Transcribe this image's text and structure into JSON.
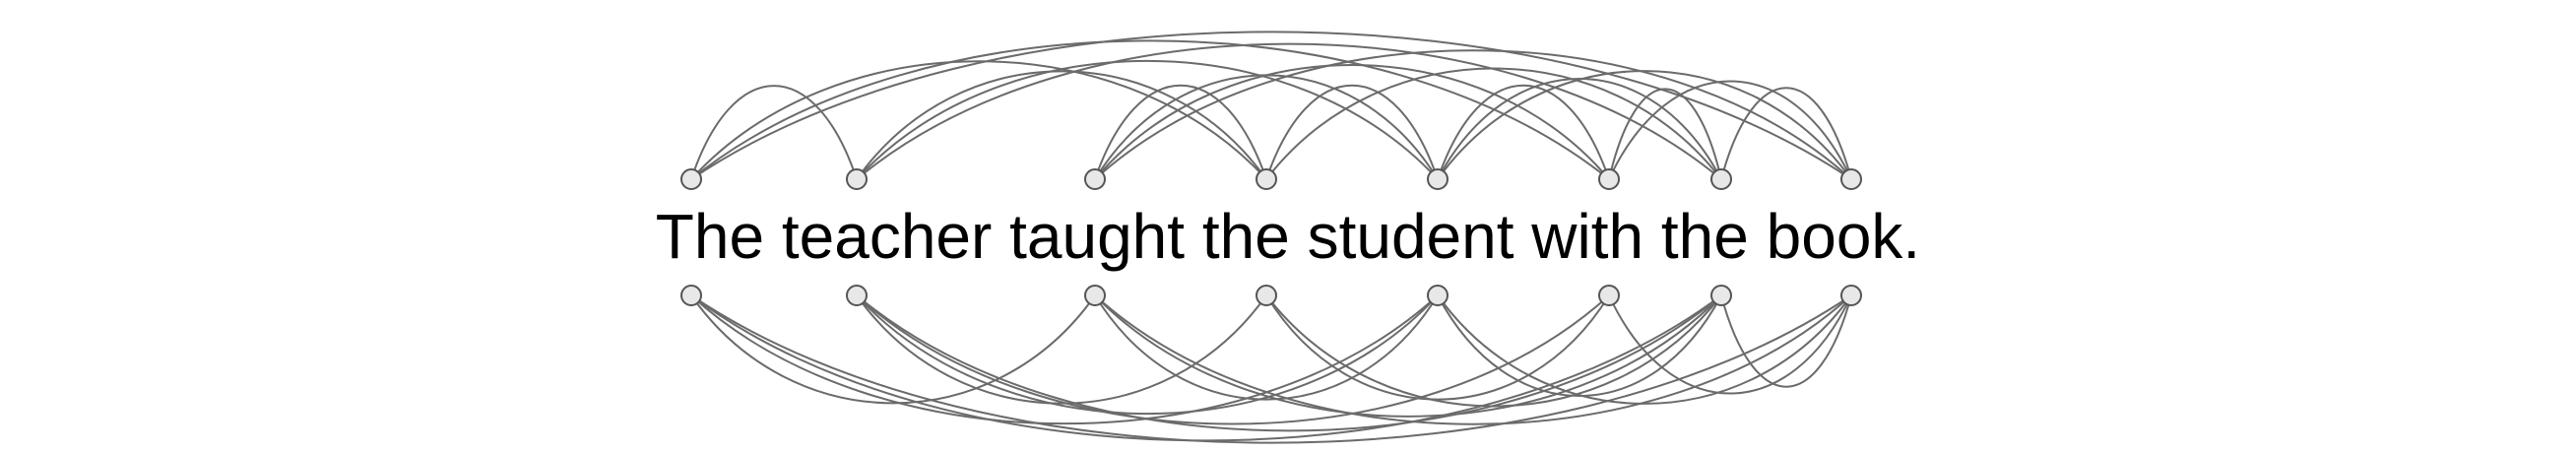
{
  "sentence": {
    "text": "The teacher taught the student with the book.",
    "tokens": [
      "The",
      "teacher",
      "taught",
      "the",
      "student",
      "with",
      "the",
      "book."
    ]
  },
  "colors": {
    "edge": "#6b6b6b",
    "node_fill": "#e8e8e8",
    "node_stroke": "#555555",
    "text": "#000000"
  },
  "graph": {
    "node_count": 8,
    "top_edges": [
      [
        0,
        1
      ],
      [
        0,
        3
      ],
      [
        0,
        5
      ],
      [
        0,
        7
      ],
      [
        1,
        3
      ],
      [
        1,
        4
      ],
      [
        1,
        6
      ],
      [
        2,
        3
      ],
      [
        2,
        4
      ],
      [
        2,
        5
      ],
      [
        2,
        7
      ],
      [
        3,
        4
      ],
      [
        3,
        6
      ],
      [
        4,
        5
      ],
      [
        4,
        6
      ],
      [
        4,
        7
      ],
      [
        5,
        6
      ],
      [
        5,
        7
      ],
      [
        6,
        7
      ]
    ],
    "bottom_edges": [
      [
        0,
        2
      ],
      [
        0,
        4
      ],
      [
        0,
        6
      ],
      [
        0,
        7
      ],
      [
        1,
        3
      ],
      [
        1,
        4
      ],
      [
        1,
        5
      ],
      [
        1,
        6
      ],
      [
        2,
        4
      ],
      [
        2,
        6
      ],
      [
        2,
        7
      ],
      [
        3,
        5
      ],
      [
        3,
        6
      ],
      [
        4,
        6
      ],
      [
        4,
        7
      ],
      [
        5,
        7
      ],
      [
        6,
        7
      ]
    ]
  }
}
